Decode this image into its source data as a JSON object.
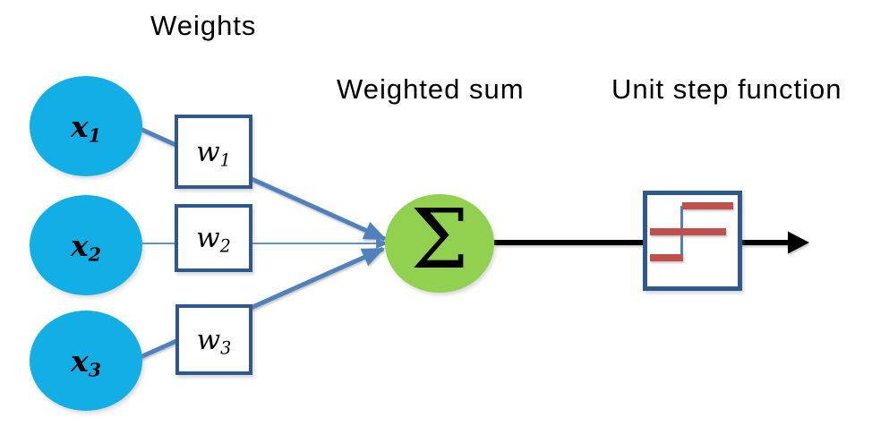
{
  "diagram": {
    "headings": {
      "weights": "Weights",
      "weighted_sum": "Weighted sum",
      "unit_step": "Unit step function"
    },
    "inputs": [
      {
        "base": "x",
        "sub": "1"
      },
      {
        "base": "x",
        "sub": "2"
      },
      {
        "base": "x",
        "sub": "3"
      }
    ],
    "weights": [
      {
        "base": "w",
        "sub": "1"
      },
      {
        "base": "w",
        "sub": "2"
      },
      {
        "base": "w",
        "sub": "3"
      }
    ],
    "sum_symbol": "Σ",
    "icons": {
      "step_function_icon": "unit-step-plot",
      "arrowhead_icon": "arrow-right"
    },
    "colors": {
      "input_node_fill": "#12AFE7",
      "sum_node_fill": "#92D050",
      "connector_blue": "#4F81BD",
      "box_border": "#31588C",
      "step_bar_red": "#C0504D",
      "output_arrow": "#000000",
      "text": "#000000"
    }
  }
}
